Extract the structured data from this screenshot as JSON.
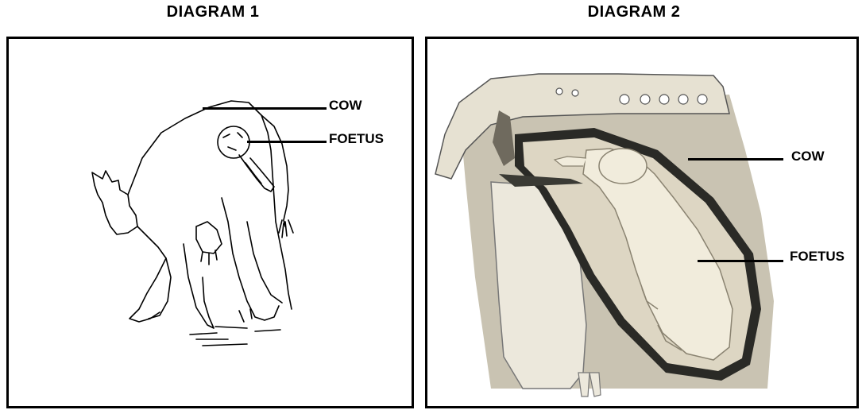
{
  "diagram1": {
    "title": "DIAGRAM 1",
    "labels": {
      "cow": "COW",
      "foetus": "FOETUS"
    }
  },
  "diagram2": {
    "title": "DIAGRAM 2",
    "labels": {
      "cow": "COW",
      "foetus": "FOETUS"
    }
  }
}
